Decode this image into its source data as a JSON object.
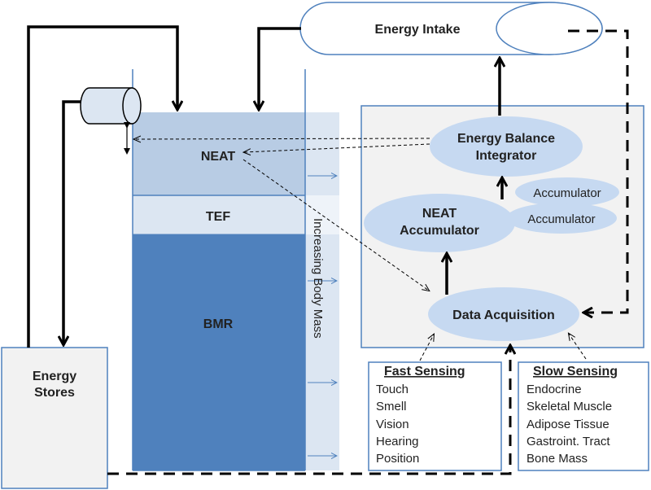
{
  "energy_intake": "Energy Intake",
  "energy_stores": {
    "line1": "Energy",
    "line2": "Stores"
  },
  "compartments": {
    "neat": "NEAT",
    "tef": "TEF",
    "bmr": "BMR"
  },
  "increasing_body_mass": "Increasing Body Mass",
  "integrator": {
    "line1": "Energy Balance",
    "line2": "Integrator"
  },
  "accumulators": [
    "Accumulator",
    "Accumulator"
  ],
  "neat_accumulator": {
    "line1": "NEAT",
    "line2": "Accumulator"
  },
  "data_acquisition": "Data Acquisition",
  "fast_sensing": {
    "title": "Fast Sensing",
    "items": [
      "Touch",
      "Smell",
      "Vision",
      "Hearing",
      "Position"
    ]
  },
  "slow_sensing": {
    "title": "Slow Sensing",
    "items": [
      "Endocrine",
      "Skeletal Muscle",
      "Adipose Tissue",
      "Gastroint. Tract",
      "Bone Mass"
    ]
  },
  "colors": {
    "neat_fill": "#b8cce4",
    "tef_fill": "#dce6f2",
    "bmr_fill": "#4f81bd",
    "mass_band": "#dce6f2",
    "ellipse_fill": "#c6d9f1",
    "panel_fill": "#f2f2f2",
    "border_blue": "#4f81bd"
  }
}
